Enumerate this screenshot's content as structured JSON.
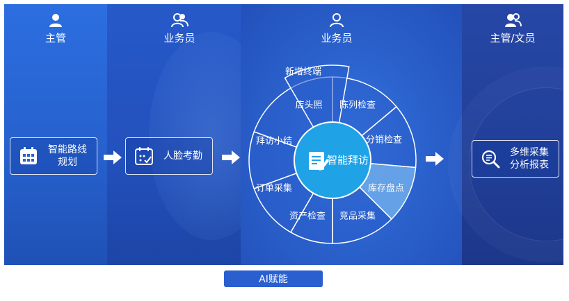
{
  "roles": {
    "col1": "主管",
    "col2": "业务员",
    "col3": "业务员",
    "col4": "主管/文员"
  },
  "boxes": {
    "route_planning": "智能路线\n规划",
    "face_attendance": "人脸考勤",
    "analysis": "多维采集\n分析报表"
  },
  "wheel": {
    "center": "智能拜访",
    "segments": [
      {
        "label": "新增终端",
        "highlight": false
      },
      {
        "label": "店头照",
        "highlight": false
      },
      {
        "label": "陈列检查",
        "highlight": false
      },
      {
        "label": "拜访小结",
        "highlight": false
      },
      {
        "label": "分销检查",
        "highlight": false
      },
      {
        "label": "库存盘点",
        "highlight": true
      },
      {
        "label": "订单采集",
        "highlight": false
      },
      {
        "label": "竞品采集",
        "highlight": false
      },
      {
        "label": "资产检查",
        "highlight": false
      }
    ]
  },
  "badge": "AI赋能",
  "colors": {
    "segment_fill": "#2a5fcc",
    "segment_highlight": "#6aa7e8",
    "center_fill": "#1fa3e6",
    "line": "#ffffff"
  },
  "icons": [
    "user-icon",
    "users-icon",
    "calendar-icon",
    "face-calendar-icon",
    "document-edit-icon",
    "search-report-icon",
    "arrow-right-icon"
  ]
}
